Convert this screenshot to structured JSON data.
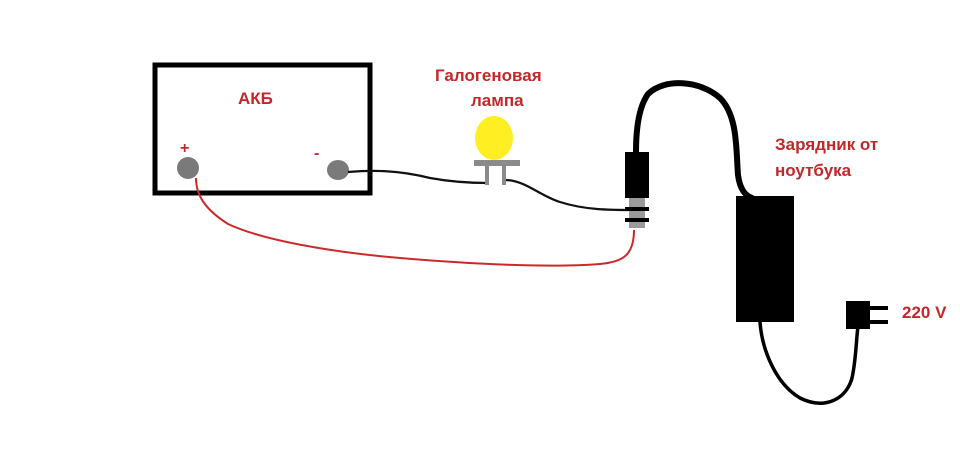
{
  "labels": {
    "battery": "АКБ",
    "battery_plus": "+",
    "battery_minus": "-",
    "lamp_line1": "Галогеновая",
    "lamp_line2": "лампа",
    "charger_line1": "Зарядник от",
    "charger_line2": "ноутбука",
    "mains": "220 V"
  },
  "colors": {
    "label": "#c0282a",
    "wire_positive": "#cc2a2a",
    "wire_negative": "#111111",
    "terminal": "#7a7a7a",
    "lamp_bulb": "#ffee22",
    "lamp_base": "#8a8a8a",
    "device": "#000000"
  }
}
